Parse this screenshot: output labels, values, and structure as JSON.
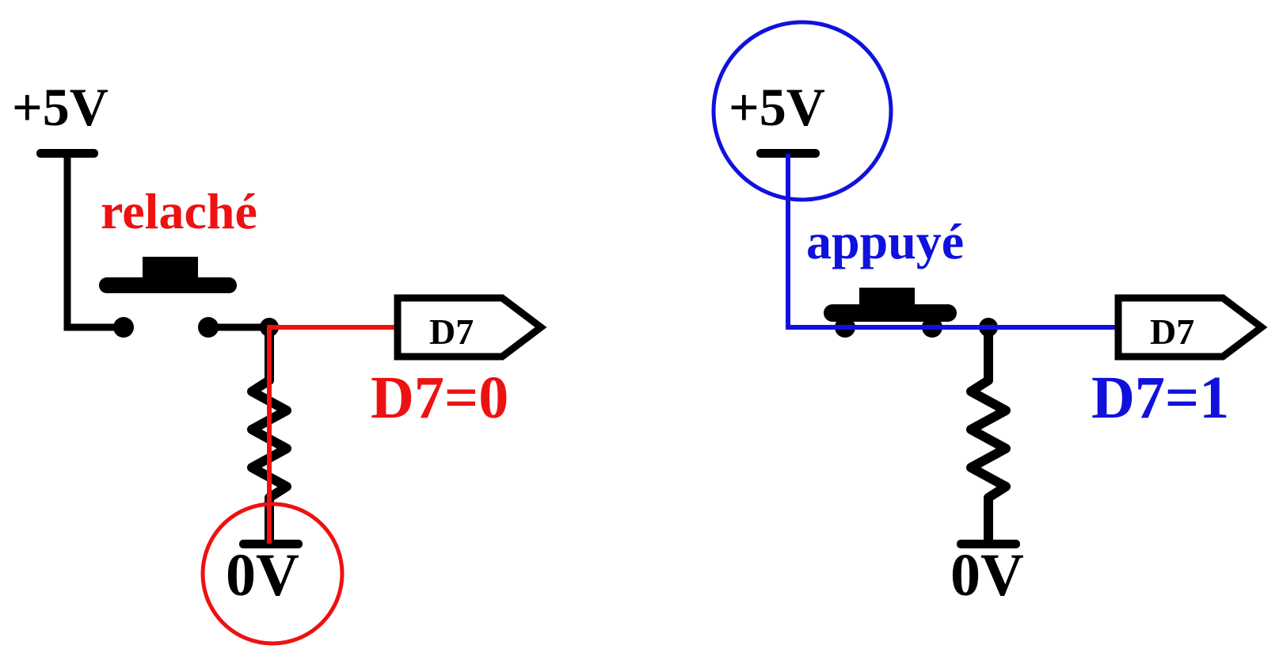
{
  "colors": {
    "wire": "#000000",
    "released": "#ee1111",
    "pressed": "#1111dd",
    "background": "#ffffff"
  },
  "left_circuit": {
    "supply_label": "+5V",
    "ground_label": "0V",
    "state_label": "relaché",
    "output_tag": "D7",
    "output_value": "D7=0",
    "highlighted_rail": "0V",
    "highlight_color": "#ee1111"
  },
  "right_circuit": {
    "supply_label": "+5V",
    "ground_label": "0V",
    "state_label": "appuyé",
    "output_tag": "D7",
    "output_value": "D7=1",
    "highlighted_rail": "+5V",
    "highlight_color": "#1111dd"
  }
}
